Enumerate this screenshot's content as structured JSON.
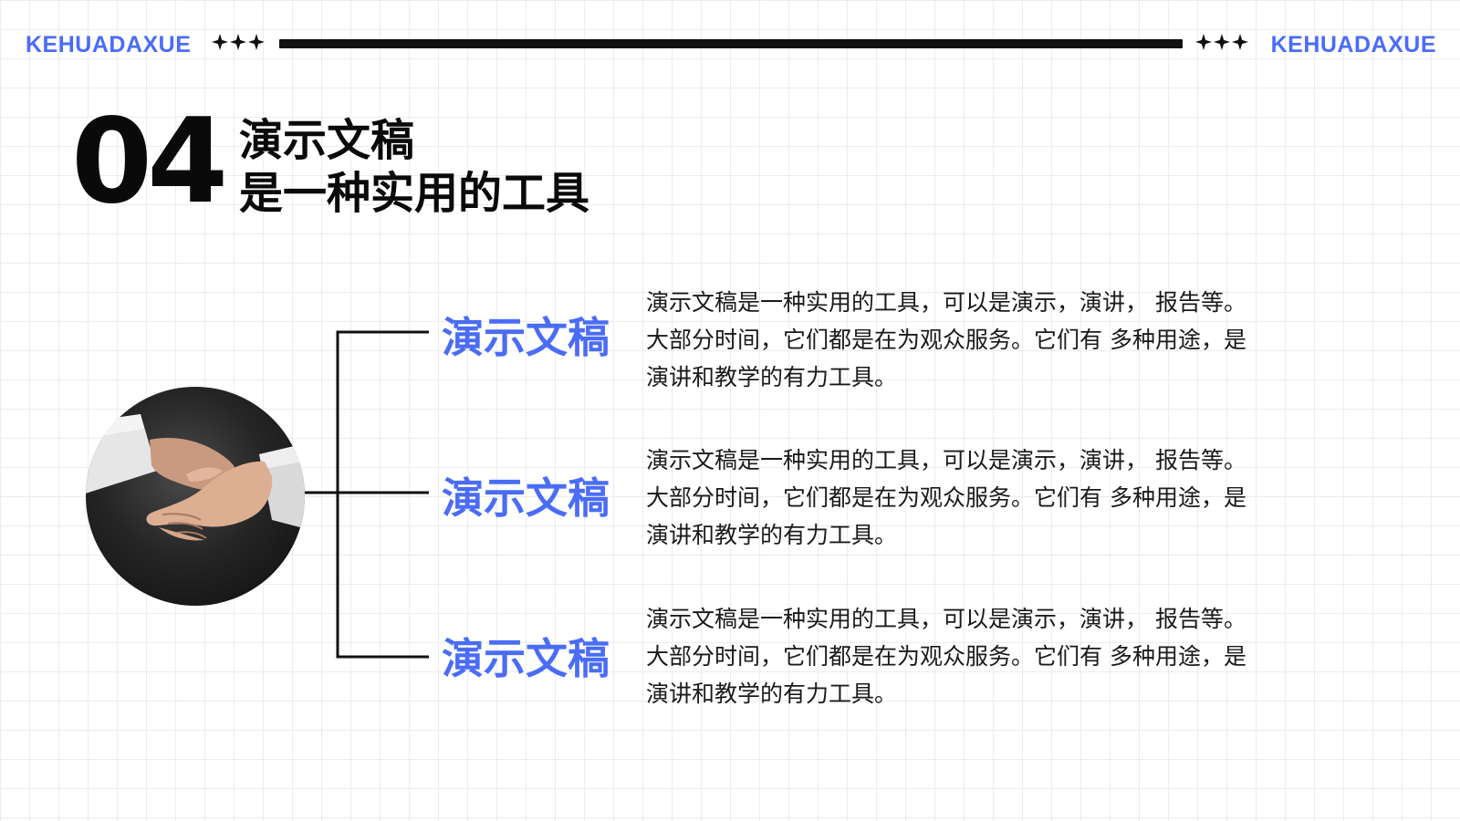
{
  "header": {
    "brand_left": "KEHUADAXUE",
    "brand_right": "KEHUADAXUE",
    "accent_color": "#4a6cf7",
    "rule_color": "#111111",
    "star_icon": "four-point-star-icon"
  },
  "section": {
    "number": "04",
    "title_line_1": "演示文稿",
    "title_line_2": "是一种实用的工具"
  },
  "image": {
    "icon": "handshake-photo"
  },
  "items": [
    {
      "heading": "演示文稿",
      "body_lines": [
        "演示文稿是一种实用的工具，可以是演示，演讲， 报告等。",
        "大部分时间，它们都是在为观众服务。它们有 多种用途，是",
        "演讲和教学的有力工具。"
      ]
    },
    {
      "heading": "演示文稿",
      "body_lines": [
        "演示文稿是一种实用的工具，可以是演示，演讲， 报告等。",
        "大部分时间，它们都是在为观众服务。它们有 多种用途，是",
        "演讲和教学的有力工具。"
      ]
    },
    {
      "heading": "演示文稿",
      "body_lines": [
        "演示文稿是一种实用的工具，可以是演示，演讲， 报告等。",
        "大部分时间，它们都是在为观众服务。它们有 多种用途，是",
        "演讲和教学的有力工具。"
      ]
    }
  ]
}
